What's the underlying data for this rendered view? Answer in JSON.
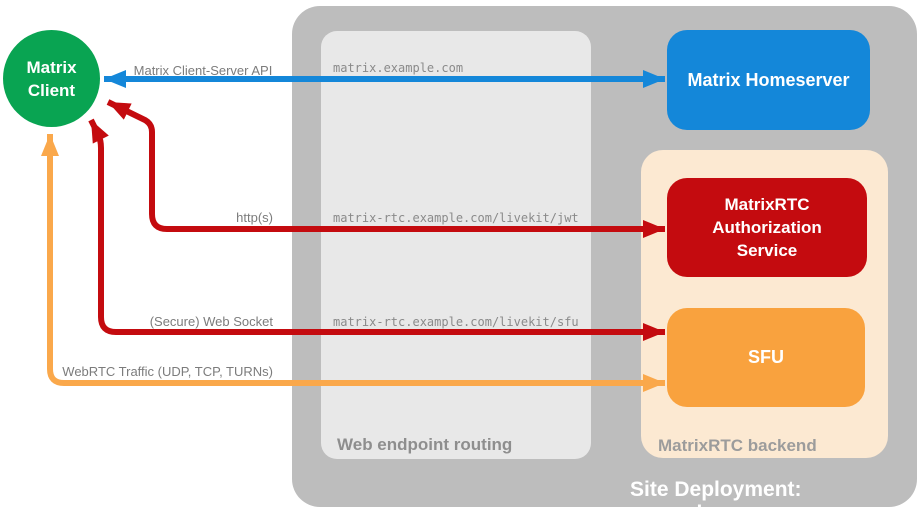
{
  "client": {
    "label": "Matrix Client"
  },
  "site": {
    "label": "Site Deployment: example.com"
  },
  "routing": {
    "label": "Web endpoint routing"
  },
  "backend": {
    "label": "MatrixRTC backend"
  },
  "nodes": {
    "homeserver": {
      "label": "Matrix Homeserver",
      "color": "#1487D9"
    },
    "auth": {
      "label": "MatrixRTC Authorization Service",
      "color": "#C40B0F"
    },
    "sfu": {
      "label": "SFU",
      "color": "#F9A23E"
    }
  },
  "connections": [
    {
      "name": "matrix-client-server-api",
      "label": "Matrix Client-Server API",
      "endpoint": "matrix.example.com",
      "color": "#1487D9",
      "style": "bidirectional"
    },
    {
      "name": "https",
      "label": "http(s)",
      "endpoint": "matrix-rtc.example.com/livekit/jwt",
      "color": "#C40B0F",
      "style": "bidirectional"
    },
    {
      "name": "secure-web-socket",
      "label": "(Secure) Web Socket",
      "endpoint": "matrix-rtc.example.com/livekit/sfu",
      "color": "#C40B0F",
      "style": "bidirectional"
    },
    {
      "name": "webrtc-traffic",
      "label": "WebRTC Traffic (UDP, TCP, TURNs)",
      "endpoint": "",
      "color": "#FAA84B",
      "style": "bidirectional"
    }
  ],
  "colors": {
    "client_green": "#09A452",
    "homeserver_blue": "#1487D9",
    "auth_red": "#C40B0F",
    "sfu_orange": "#F9A23E",
    "arrow_orange": "#FAA84B",
    "outer_gray": "#BDBDBD",
    "inner_gray": "#E8E8E8",
    "backend_peach": "#FCE9D2"
  }
}
